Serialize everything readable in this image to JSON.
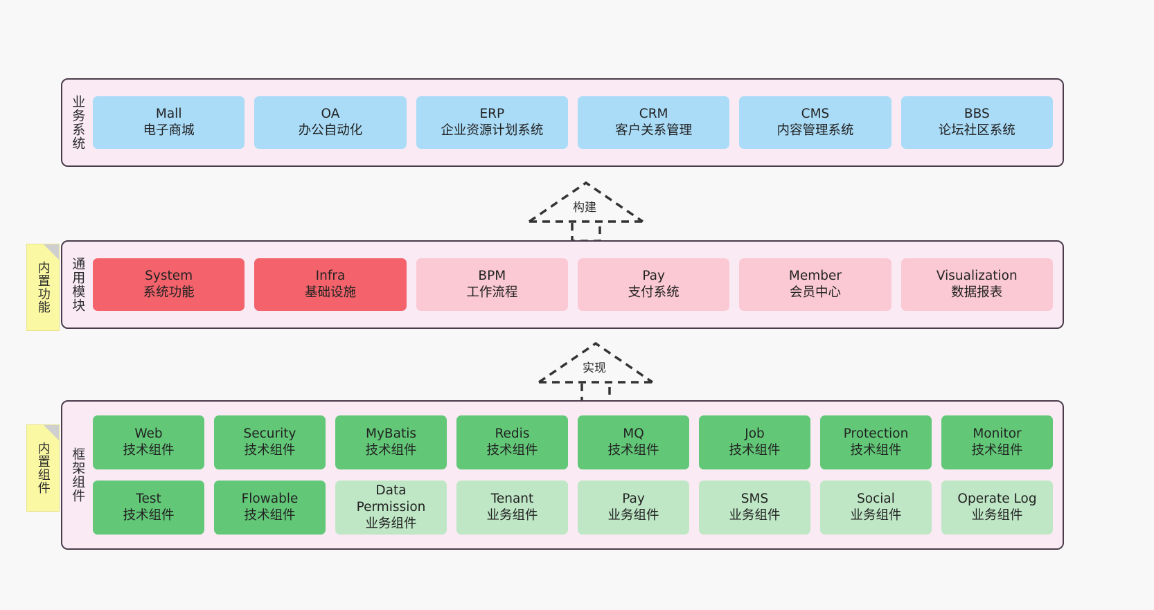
{
  "diagram": {
    "background": "#f8f8f8",
    "layers": [
      {
        "id": "business-systems",
        "title": "业务系统",
        "panel_color": "#f9eaf4",
        "rows": [
          {
            "cards": [
              {
                "name": "Mall",
                "sub": "电子商城",
                "color": "#aadcf8",
                "style": "blue"
              },
              {
                "name": "OA",
                "sub": "办公自动化",
                "color": "#aadcf8",
                "style": "blue"
              },
              {
                "name": "ERP",
                "sub": "企业资源计划系统",
                "color": "#aadcf8",
                "style": "blue"
              },
              {
                "name": "CRM",
                "sub": "客户关系管理",
                "color": "#aadcf8",
                "style": "blue"
              },
              {
                "name": "CMS",
                "sub": "内容管理系统",
                "color": "#aadcf8",
                "style": "blue"
              },
              {
                "name": "BBS",
                "sub": "论坛社区系统",
                "color": "#aadcf8",
                "style": "blue"
              }
            ]
          }
        ]
      },
      {
        "id": "common-modules",
        "title": "通用模块",
        "panel_color": "#f9eaf4",
        "note": "内置功能",
        "rows": [
          {
            "cards": [
              {
                "name": "System",
                "sub": "系统功能",
                "color": "#f4636b",
                "style": "red"
              },
              {
                "name": "Infra",
                "sub": "基础设施",
                "color": "#f4636b",
                "style": "red"
              },
              {
                "name": "BPM",
                "sub": "工作流程",
                "color": "#fbc9d4",
                "style": "pink"
              },
              {
                "name": "Pay",
                "sub": "支付系统",
                "color": "#fbc9d4",
                "style": "pink"
              },
              {
                "name": "Member",
                "sub": "会员中心",
                "color": "#fbc9d4",
                "style": "pink"
              },
              {
                "name": "Visualization",
                "sub": "数据报表",
                "color": "#fbc9d4",
                "style": "pink"
              }
            ]
          }
        ]
      },
      {
        "id": "framework-components",
        "title": "框架组件",
        "panel_color": "#f9eaf4",
        "note": "内置组件",
        "rows": [
          {
            "cards": [
              {
                "name": "Web",
                "sub": "技术组件",
                "color": "#62c878",
                "style": "green"
              },
              {
                "name": "Security",
                "sub": "技术组件",
                "color": "#62c878",
                "style": "green"
              },
              {
                "name": "MyBatis",
                "sub": "技术组件",
                "color": "#62c878",
                "style": "green"
              },
              {
                "name": "Redis",
                "sub": "技术组件",
                "color": "#62c878",
                "style": "green"
              },
              {
                "name": "MQ",
                "sub": "技术组件",
                "color": "#62c878",
                "style": "green"
              },
              {
                "name": "Job",
                "sub": "技术组件",
                "color": "#62c878",
                "style": "green"
              },
              {
                "name": "Protection",
                "sub": "技术组件",
                "color": "#62c878",
                "style": "green"
              },
              {
                "name": "Monitor",
                "sub": "技术组件",
                "color": "#62c878",
                "style": "green"
              }
            ]
          },
          {
            "cards": [
              {
                "name": "Test",
                "sub": "技术组件",
                "color": "#62c878",
                "style": "green"
              },
              {
                "name": "Flowable",
                "sub": "技术组件",
                "color": "#62c878",
                "style": "green"
              },
              {
                "name": "Data",
                "name2": "Permission",
                "sub": "业务组件",
                "color": "#bfe7c6",
                "style": "lgreen"
              },
              {
                "name": "Tenant",
                "sub": "业务组件",
                "color": "#bfe7c6",
                "style": "lgreen"
              },
              {
                "name": "Pay",
                "sub": "业务组件",
                "color": "#bfe7c6",
                "style": "lgreen"
              },
              {
                "name": "SMS",
                "sub": "业务组件",
                "color": "#bfe7c6",
                "style": "lgreen"
              },
              {
                "name": "Social",
                "sub": "业务组件",
                "color": "#bfe7c6",
                "style": "lgreen"
              },
              {
                "name": "Operate Log",
                "sub": "业务组件",
                "color": "#bfe7c6",
                "style": "lgreen"
              }
            ]
          }
        ]
      }
    ],
    "connectors": [
      {
        "id": "build",
        "label": "构建",
        "style": "dashed-generalization"
      },
      {
        "id": "implement",
        "label": "实现",
        "style": "dashed-generalization"
      }
    ]
  }
}
